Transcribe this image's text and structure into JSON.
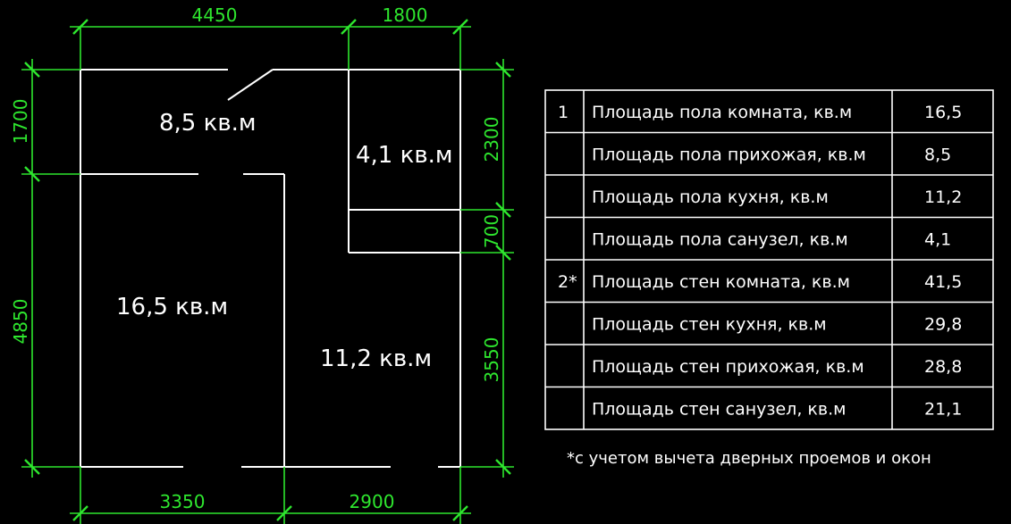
{
  "colors": {
    "background": "#000000",
    "plan": "#ffffff",
    "dimension": "#2ee62e"
  },
  "rooms": [
    {
      "id": "hallway",
      "label": "8,5 кв.м"
    },
    {
      "id": "bathroom",
      "label": "4,1 кв.м"
    },
    {
      "id": "room",
      "label": "16,5 кв.м"
    },
    {
      "id": "kitchen",
      "label": "11,2 кв.м"
    }
  ],
  "dimensions": {
    "top": [
      "4450",
      "1800"
    ],
    "bottom": [
      "3350",
      "2900"
    ],
    "left": [
      "1700",
      "4850"
    ],
    "right": [
      "2300",
      "700",
      "3550"
    ]
  },
  "table": {
    "rows": [
      {
        "num": "1",
        "label": "Площадь пола комната, кв.м",
        "value": "16,5"
      },
      {
        "num": "",
        "label": "Площадь пола прихожая, кв.м",
        "value": "8,5"
      },
      {
        "num": "",
        "label": "Площадь пола кухня, кв.м",
        "value": "11,2"
      },
      {
        "num": "",
        "label": "Площадь пола санузел, кв.м",
        "value": "4,1"
      },
      {
        "num": "2*",
        "label": "Площадь стен комната, кв.м",
        "value": "41,5"
      },
      {
        "num": "",
        "label": "Площадь стен кухня, кв.м",
        "value": "29,8"
      },
      {
        "num": "",
        "label": "Площадь стен прихожая, кв.м",
        "value": "28,8"
      },
      {
        "num": "",
        "label": "Площадь стен санузел, кв.м",
        "value": "21,1"
      }
    ],
    "note": "*с учетом вычета дверных проемов и окон"
  }
}
